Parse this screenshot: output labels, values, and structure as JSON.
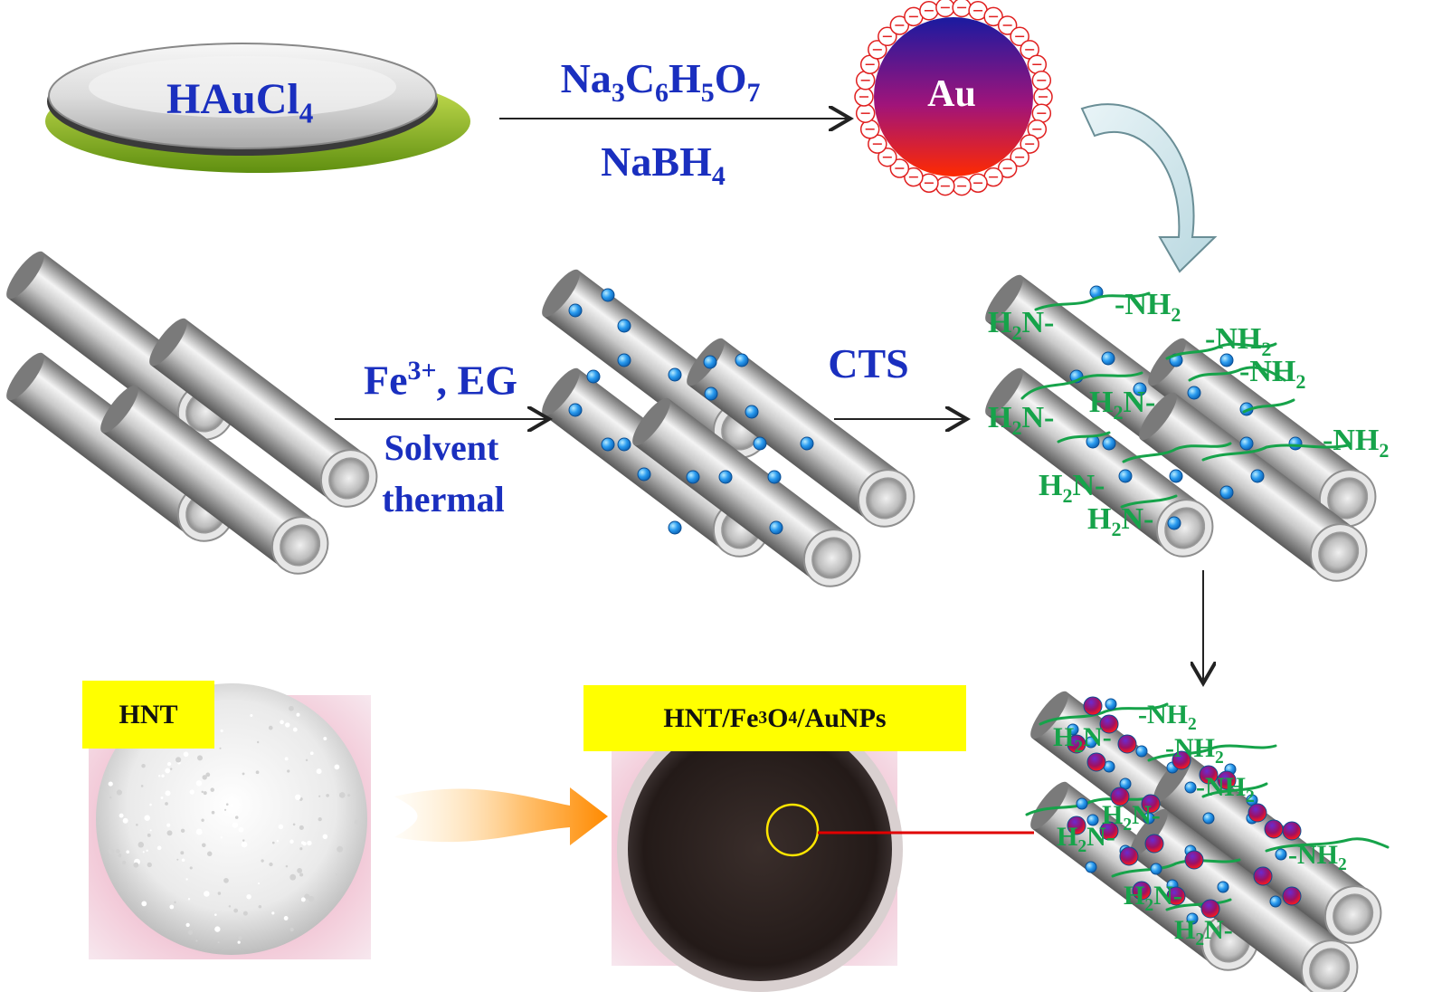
{
  "reagents": {
    "precursor": "HAuCl",
    "precursor_sub": "4",
    "au_label": "Au",
    "step1_top_parts": [
      "Na",
      "3",
      "C",
      "6",
      "H",
      "5",
      "O",
      "7"
    ],
    "step1_bottom": "NaBH",
    "step1_bottom_sub": "4",
    "step2_top": "Fe",
    "step2_top_sup": "3+",
    "step2_top_rest": ", EG",
    "step2_bottom_line1": "Solvent",
    "step2_bottom_line2": "thermal",
    "step3_label": "CTS"
  },
  "groups": {
    "amine_right": "-NH",
    "amine_right_sub": "2",
    "amine_left_h": "H",
    "amine_left_sub": "2",
    "amine_left_n": "N-"
  },
  "photos": {
    "left_tag": "HNT",
    "right_tag_parts": [
      "HNT/",
      "Fe",
      "3",
      "O",
      "4",
      "/AuNPs"
    ]
  },
  "colors": {
    "label_blue": "#1a2fbf",
    "chitosan_green": "#16a34a",
    "fe3o4_dot": "#2b9cf0",
    "charge_red": "#e02020",
    "tag_yellow": "#ffff00",
    "connector_red": "#e00000"
  }
}
